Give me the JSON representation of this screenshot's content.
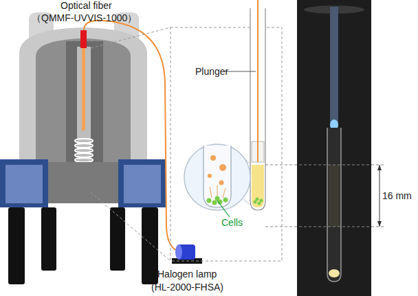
{
  "diagram": {
    "labels": [
      "Optical fiber",
      "（QMMF-UVVIS-1000）",
      "Plunger",
      "Cells",
      "16 mm",
      "Halogen lamp",
      "(HL-2000-FHSA)"
    ]
  }
}
